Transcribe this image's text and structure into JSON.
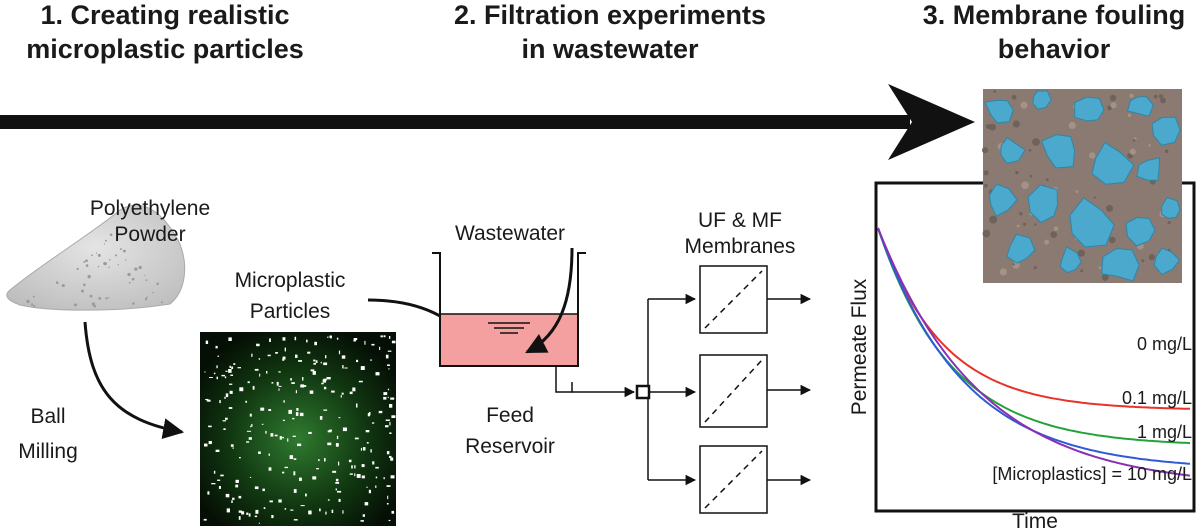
{
  "steps": [
    {
      "line1": "1. Creating realistic",
      "line2": "microplastic particles"
    },
    {
      "line1": "2. Filtration experiments",
      "line2": "in wastewater"
    },
    {
      "line1": "3. Membrane fouling",
      "line2": "behavior"
    }
  ],
  "labels": {
    "powder_line1": "Polyethylene",
    "powder_line2": "Powder",
    "ball_line1": "Ball",
    "ball_line2": "Milling",
    "micro_line1": "Microplastic",
    "micro_line2": "Particles",
    "wastewater": "Wastewater",
    "feed_line1": "Feed",
    "feed_line2": "Reservoir",
    "membranes_line1": "UF & MF",
    "membranes_line2": "Membranes"
  },
  "chart_data": {
    "type": "line",
    "xlabel": "Time",
    "ylabel": "Permeate Flux",
    "series": [
      {
        "name": "0 mg/L",
        "color": "#e8332a",
        "plateau": 0.3
      },
      {
        "name": "0.1 mg/L",
        "color": "#23a33a",
        "plateau": 0.18
      },
      {
        "name": "1 mg/L",
        "color": "#2f5bd6",
        "plateau": 0.1
      },
      {
        "name": "[Microplastics] = 10 mg/L",
        "color": "#8b2fb4",
        "plateau": 0.04
      }
    ]
  },
  "colors": {
    "wastewater_fill": "#f4a0a0",
    "particle_background": "#0a1a0a",
    "sem_background": "#8a7a72",
    "sem_particles": "#4aa9cc"
  }
}
